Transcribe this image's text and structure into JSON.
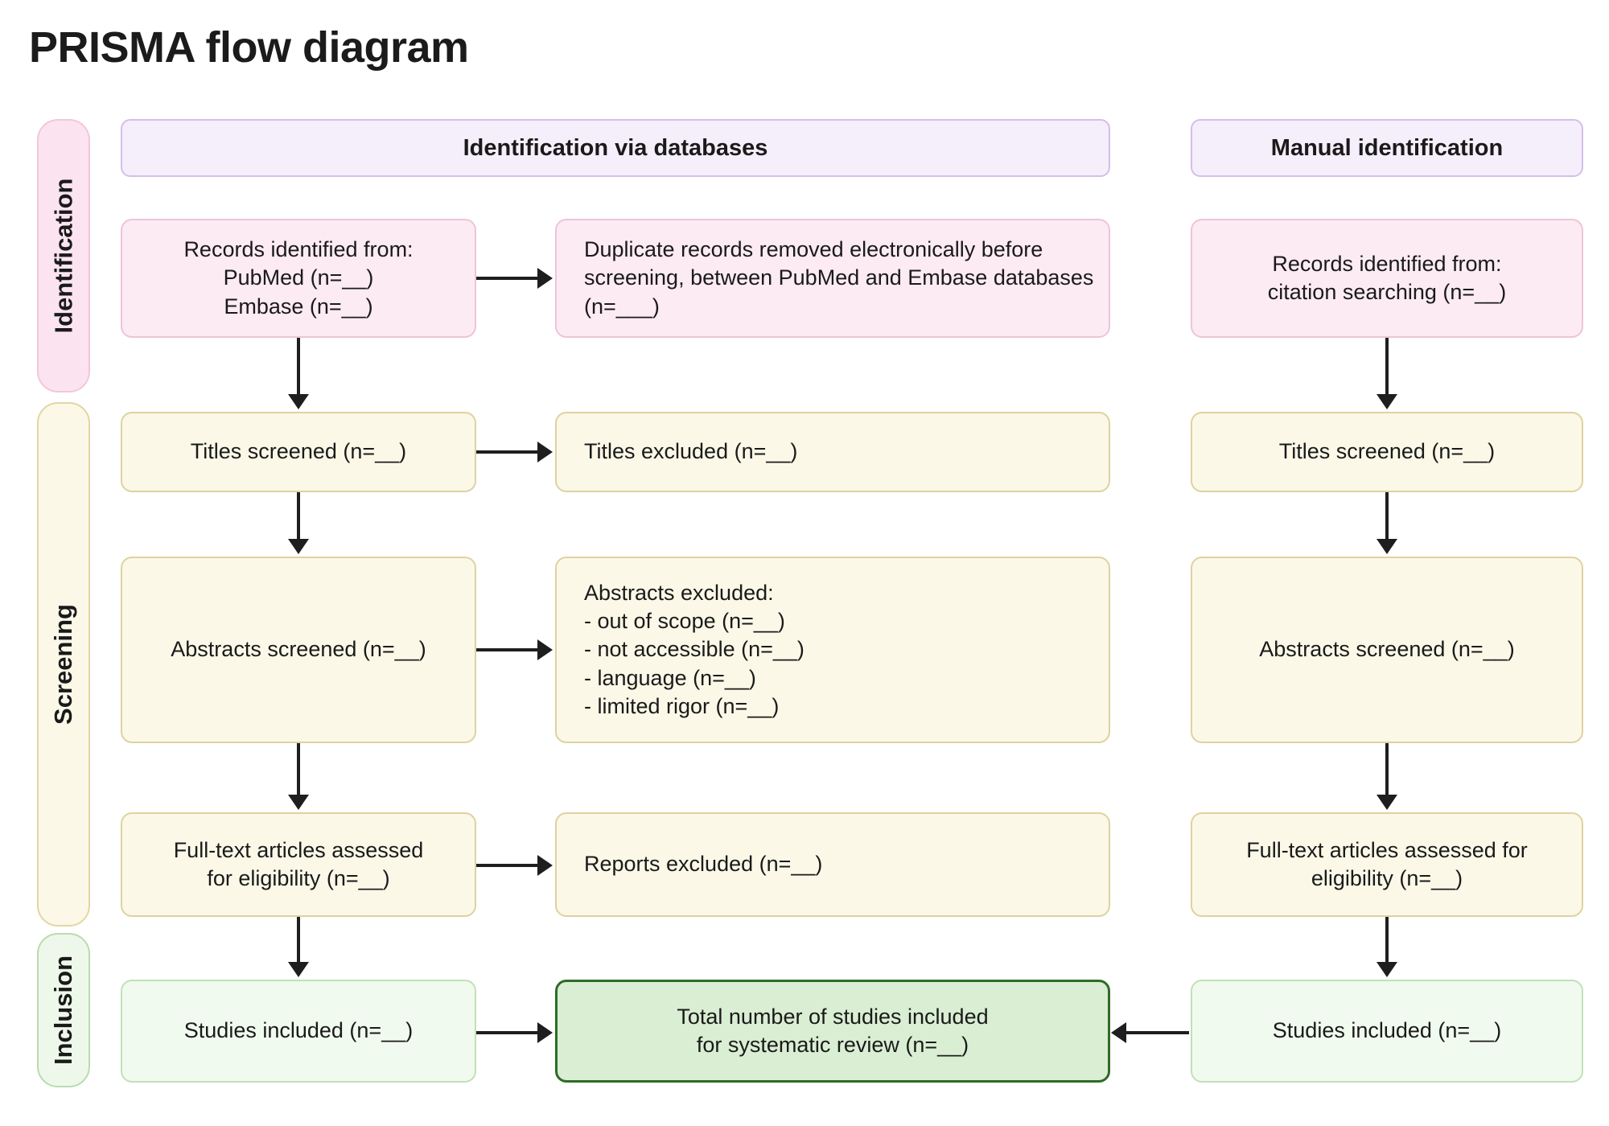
{
  "title": "PRISMA flow diagram",
  "rails": [
    {
      "key": "identification",
      "label": "Identification"
    },
    {
      "key": "screening",
      "label": "Screening"
    },
    {
      "key": "inclusion",
      "label": "Inclusion"
    }
  ],
  "banners": [
    {
      "key": "databases",
      "label": "Identification via databases"
    },
    {
      "key": "manual",
      "label": "Manual identification"
    }
  ],
  "database_column": {
    "records_identified": "Records identified from:\nPubMed (n=__)\nEmbase (n=__)",
    "duplicates_removed": "Duplicate records removed electronically before screening, between PubMed and Embase databases (n=___)",
    "titles_screened": "Titles screened (n=__)",
    "titles_excluded": "Titles excluded  (n=__)",
    "abstracts_screened": "Abstracts screened (n=__)",
    "abstracts_excluded": "Abstracts excluded:\n- out of scope (n=__)\n- not accessible (n=__)\n- language (n=__)\n- limited rigor (n=__)",
    "fulltext_assessed": "Full-text articles assessed\nfor eligibility (n=__)",
    "reports_excluded": "Reports excluded (n=__)",
    "studies_included": "Studies included (n=__)"
  },
  "manual_column": {
    "records_identified": "Records identified from:\ncitation searching  (n=__)",
    "titles_screened": "Titles screened (n=__)",
    "abstracts_screened": "Abstracts screened (n=__)",
    "fulltext_assessed": "Full-text articles  assessed for\neligibility (n=__)",
    "studies_included": "Studies included (n=__)"
  },
  "total_box": {
    "label": "Total number of studies included\nfor systematic review (n=__)"
  },
  "colors": {
    "identification_fill": "#fcebf3",
    "identification_border": "#eec4d8",
    "screening_fill": "#fbf8e8",
    "screening_border": "#ded2a0",
    "inclusion_fill": "#f1faef",
    "inclusion_border": "#c2e0ba",
    "total_fill": "#d9eed3",
    "total_border": "#2f6b26",
    "banner_fill": "#f5eefb",
    "banner_border": "#d4bfe8",
    "arrow": "#1e1e1e"
  }
}
